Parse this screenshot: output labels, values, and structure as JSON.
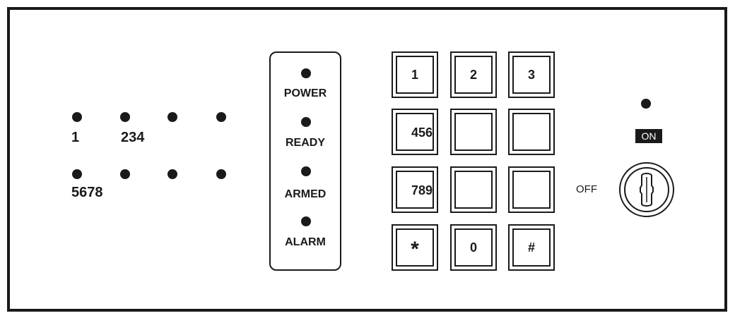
{
  "zones": {
    "row1_label_a": "1",
    "row1_label_b": "234",
    "row2_label": "5678"
  },
  "status_indicators": [
    {
      "label": "POWER"
    },
    {
      "label": "READY"
    },
    {
      "label": "ARMED"
    },
    {
      "label": "ALARM"
    }
  ],
  "keypad": {
    "row1": [
      "1",
      "2",
      "3"
    ],
    "row2_label": "456",
    "row3_label": "789",
    "row4": [
      "*",
      "0",
      "#"
    ]
  },
  "key_switch": {
    "on_label": "ON",
    "off_label": "OFF",
    "icon": "key-lock-icon"
  }
}
